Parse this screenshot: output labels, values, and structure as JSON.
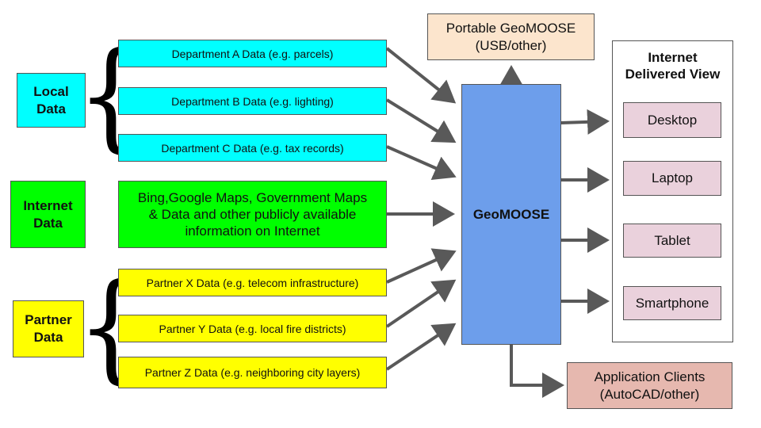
{
  "categories": {
    "local": {
      "line1": "Local",
      "line2": "Data"
    },
    "internet": {
      "line1": "Internet",
      "line2": "Data"
    },
    "partner": {
      "line1": "Partner",
      "line2": "Data"
    }
  },
  "sources": {
    "dept_a": "Department A Data (e.g. parcels)",
    "dept_b": "Department B Data (e.g. lighting)",
    "dept_c": "Department C Data (e.g. tax records)",
    "internet_line1": "Bing,Google Maps, Government Maps",
    "internet_line2": "& Data and other publicly available",
    "internet_line3": "information on Internet",
    "partner_x": "Partner X Data (e.g. telecom infrastructure)",
    "partner_y": "Partner Y Data (e.g. local fire districts)",
    "partner_z": "Partner Z Data (e.g. neighboring city layers)"
  },
  "center": {
    "label": "GeoMOOSE"
  },
  "portable": {
    "line1": "Portable GeoMOOSE",
    "line2": "(USB/other)"
  },
  "internet_view": {
    "title_line1": "Internet",
    "title_line2": "Delivered View",
    "devices": [
      "Desktop",
      "Laptop",
      "Tablet",
      "Smartphone"
    ]
  },
  "clients": {
    "line1": "Application Clients",
    "line2": "(AutoCAD/other)"
  },
  "colors": {
    "local": "#00ffff",
    "internet": "#00ff00",
    "partner": "#ffff00",
    "geomoose": "#6d9eeb",
    "portable": "#fce5cd",
    "device": "#ead1dc",
    "clients": "#e6b8af",
    "arrow": "#595959"
  }
}
